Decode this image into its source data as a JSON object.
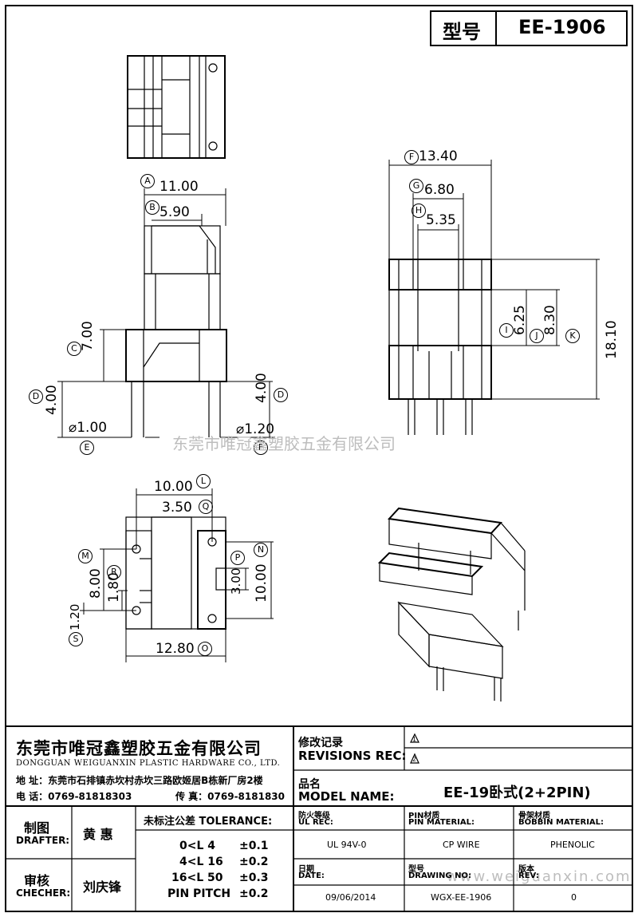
{
  "header": {
    "model_label": "型号",
    "model_value": "EE-1906"
  },
  "watermark": {
    "cn": "东莞市唯冠鑫塑胶五金有限公司",
    "url": "www.weiguanxin.com"
  },
  "dimensions": {
    "A": "11.00",
    "B": "5.90",
    "C": "7.00",
    "D": "4.00",
    "E": "⌀1.00",
    "D2": "4.00",
    "F_label": "⌀1.20",
    "F13": "13.40",
    "G": "6.80",
    "H": "5.35",
    "I": "6.25",
    "J": "8.30",
    "K": "18.10",
    "L": "10.00",
    "Q": "3.50",
    "M": "8.00",
    "R": "1.80",
    "S": "1.20",
    "P": "3.00",
    "N": "10.00",
    "O": "12.80"
  },
  "dim_markers": {
    "A": "A",
    "B": "B",
    "C": "C",
    "D": "D",
    "E": "E",
    "F": "F",
    "G": "G",
    "H": "H",
    "I": "I",
    "J": "J",
    "K": "K",
    "L": "L",
    "M": "M",
    "N": "N",
    "O": "O",
    "P": "P",
    "Q": "Q",
    "R": "R",
    "S": "S",
    "U": "D",
    "V": "F"
  },
  "company": {
    "name_cn": "东莞市唯冠鑫塑胶五金有限公司",
    "name_en": "DONGGUAN WEIGUANXIN PLASTIC HARDWARE CO., LTD.",
    "address": "地  址：东莞市石排镇赤坎村赤坎三路欧姬居B栋新厂房2楼",
    "phone": "电  话：0769-81818303",
    "fax": "传  真：0769-8181830"
  },
  "revisions": {
    "label_cn": "修改记录",
    "label_en": "REVISIONS REC:",
    "rev1": "1",
    "rev2": "2"
  },
  "model_name": {
    "label_cn": "品名",
    "label_en": "MODEL NAME:",
    "value": "EE-19卧式(2+2PIN)"
  },
  "drafter": {
    "label_cn": "制图",
    "label_en": "DRAFTER:",
    "name": "黄  惠"
  },
  "checker": {
    "label_cn": "审核",
    "label_en": "CHECHER:",
    "name": "刘庆锋"
  },
  "tolerance": {
    "title": "未标注公差 TOLERANCE:",
    "rows": [
      {
        "range": "0<L   4",
        "value": "±0.1"
      },
      {
        "range": "4<L   16",
        "value": "±0.2"
      },
      {
        "range": "16<L   50",
        "value": "±0.3"
      },
      {
        "range": "PIN PITCH",
        "value": "±0.2"
      }
    ]
  },
  "specs": {
    "ul_label_cn": "防火等级",
    "ul_label_en": "UL REC:",
    "ul_value": "UL 94V-0",
    "pin_label_cn": "PIN材质",
    "pin_label_en": "PIN MATERIAL:",
    "pin_value": "CP WIRE",
    "bobbin_label_cn": "骨架材质",
    "bobbin_label_en": "BOBBIN MATERIAL:",
    "bobbin_value": "PHENOLIC",
    "date_label_cn": "日期",
    "date_label_en": "DATE:",
    "date_value": "09/06/2014",
    "drawing_label_cn": "型号",
    "drawing_label_en": "DRAWING NO:",
    "drawing_value": "WGX-EE-1906",
    "rev_label_cn": "版本",
    "rev_label_en": "REV:",
    "rev_value": "0"
  }
}
